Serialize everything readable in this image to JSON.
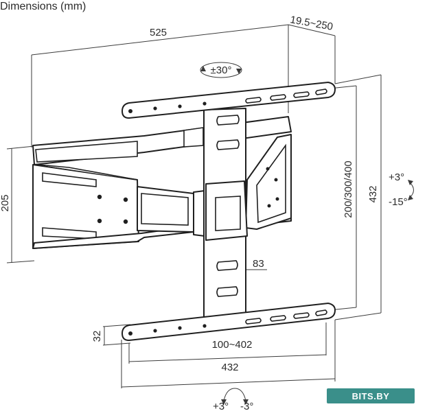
{
  "title": "Dimensions (mm)",
  "dimensions": {
    "width_total": "525",
    "depth": "19.5~250",
    "height_total": "432",
    "arm_height": "205",
    "vesa_vertical": "200/300/400",
    "vertical_bar": "83",
    "rail_height": "32",
    "vesa_horizontal": "100~402",
    "rail_width": "432"
  },
  "rotation": {
    "swivel": "±30°",
    "tilt_up": "+3°",
    "tilt_down": "-15°",
    "level_plus": "+3°",
    "level_minus": "-3°"
  },
  "watermark": "BITS.BY"
}
